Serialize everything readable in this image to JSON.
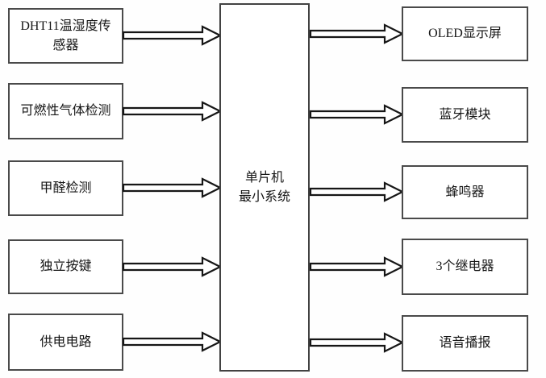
{
  "diagram": {
    "type": "block-diagram",
    "description_visible_text_only": true,
    "colors": {
      "background": "#fefefe",
      "box_fill": "#ffffff",
      "box_border": "#4a4a4a",
      "arrow_outline": "#161616",
      "arrow_fill": "#ffffff",
      "text": "#161616"
    }
  },
  "center_box": {
    "label": "单片机最小系统",
    "lines": [
      "单片机",
      "最小系统"
    ]
  },
  "left_boxes": [
    {
      "label": "DHT11温湿度传感器"
    },
    {
      "label": "可燃性气体检测"
    },
    {
      "label": "甲醛检测"
    },
    {
      "label": "独立按键"
    },
    {
      "label": "供电电路"
    }
  ],
  "right_boxes": [
    {
      "label": "OLED显示屏"
    },
    {
      "label": "蓝牙模块"
    },
    {
      "label": "蜂鸣器"
    },
    {
      "label": "3个继电器"
    },
    {
      "label": "语音播报"
    }
  ]
}
